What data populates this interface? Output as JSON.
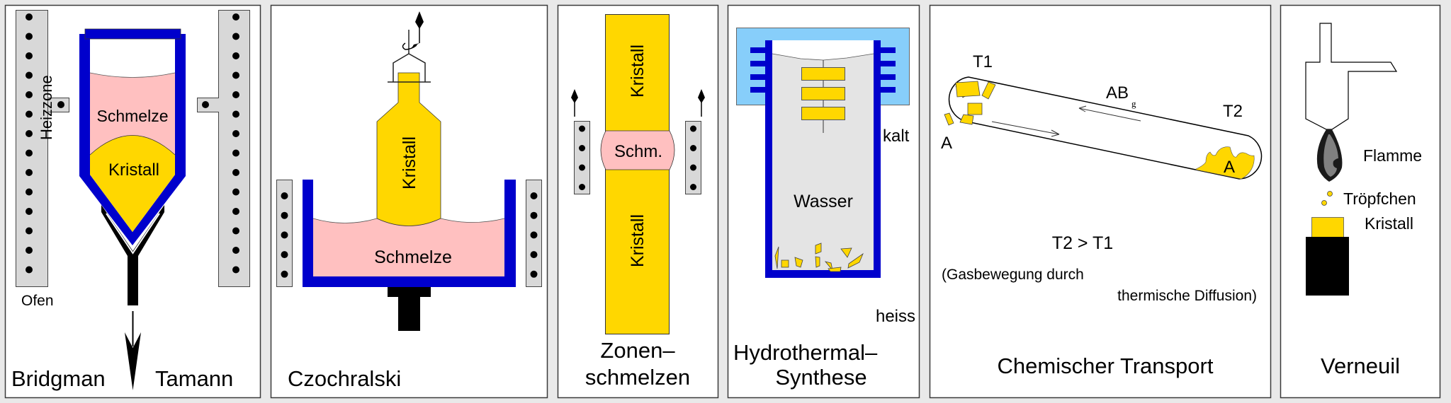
{
  "colors": {
    "background": "#e9e9e9",
    "panel": "#ffffff",
    "panel_border": "#3a3a3a",
    "crucible_blue": "#0000cc",
    "melt_pink": "#ffc0c0",
    "crystal_yellow": "#ffd700",
    "heater_gray": "#d8d8d8",
    "coolant_blue": "#87cefa",
    "water_gray": "#e4e4e4",
    "flame_gray": "#808080",
    "black": "#000000"
  },
  "panels": [
    {
      "id": "bridgman",
      "title_left": "Bridgman",
      "title_right": "Tamann",
      "labels": {
        "heating_zone": "Heizzone",
        "melt": "Schmelze",
        "crystal": "Kristall",
        "furnace": "Ofen"
      }
    },
    {
      "id": "czochralski",
      "title": "Czochralski",
      "labels": {
        "crystal": "Kristall",
        "melt": "Schmelze"
      }
    },
    {
      "id": "zone-melting",
      "title_line1": "Zonen–",
      "title_line2": "schmelzen",
      "labels": {
        "crystal_top": "Kristall",
        "melt_zone": "Schm.",
        "crystal_bottom": "Kristall"
      }
    },
    {
      "id": "hydrothermal",
      "title_line1": "Hydrothermal–",
      "title_line2": "Synthese",
      "labels": {
        "cold": "kalt",
        "water": "Wasser",
        "hot": "heiss"
      }
    },
    {
      "id": "chemical-transport",
      "title": "Chemischer Transport",
      "labels": {
        "t1": "T1",
        "t2": "T2",
        "source_a": "A",
        "deposit_a": "A",
        "gas_species": "AB",
        "gas_subscript": "g",
        "condition": "T2 > T1",
        "note_line1": "(Gasbewegung durch",
        "note_line2": "thermische Diffusion)"
      }
    },
    {
      "id": "verneuil",
      "title": "Verneuil",
      "labels": {
        "flame": "Flamme",
        "droplets": "Tröpfchen",
        "crystal": "Kristall"
      }
    }
  ]
}
